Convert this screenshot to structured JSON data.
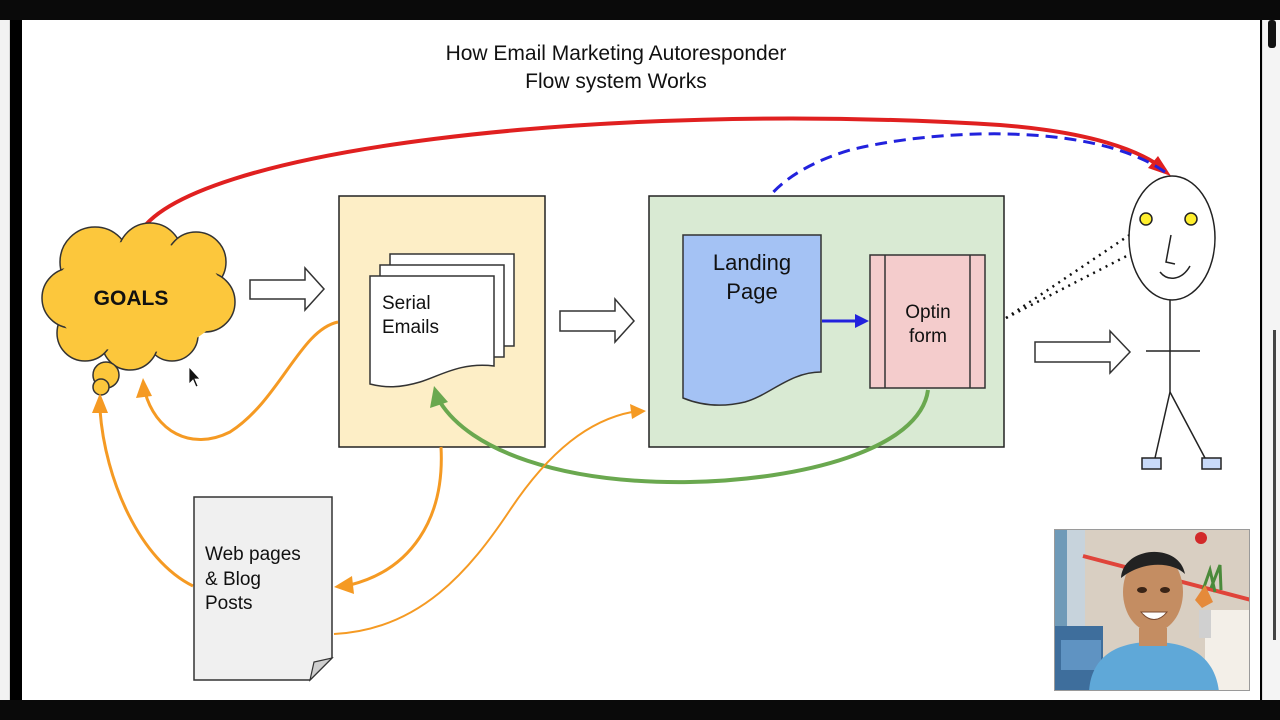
{
  "title": {
    "line1": "How Email Marketing Autoresponder",
    "line2": "Flow system Works"
  },
  "nodes": {
    "goals": "GOALS",
    "serial_emails_line1": "Serial",
    "serial_emails_line2": "Emails",
    "landing_page_line1": "Landing",
    "landing_page_line2": "Page",
    "optin_form_line1": "Optin",
    "optin_form_line2": "form",
    "web_pages_line1": "Web pages",
    "web_pages_line2": "& Blog",
    "web_pages_line3": "Posts"
  },
  "colors": {
    "goals_cloud": "#fcc73c",
    "serial_box": "#fdeec6",
    "landing_group": "#d9ead3",
    "landing_page": "#a4c2f4",
    "optin_form": "#f4cccc",
    "red_flow": "#e02020",
    "blue_flow": "#2222dd",
    "orange_flow": "#f59a23",
    "green_flow": "#6aa84f",
    "eyes": "#ffef2e"
  },
  "icons": {
    "cursor": "mouse-pointer-icon",
    "person": "stick-figure-person"
  }
}
